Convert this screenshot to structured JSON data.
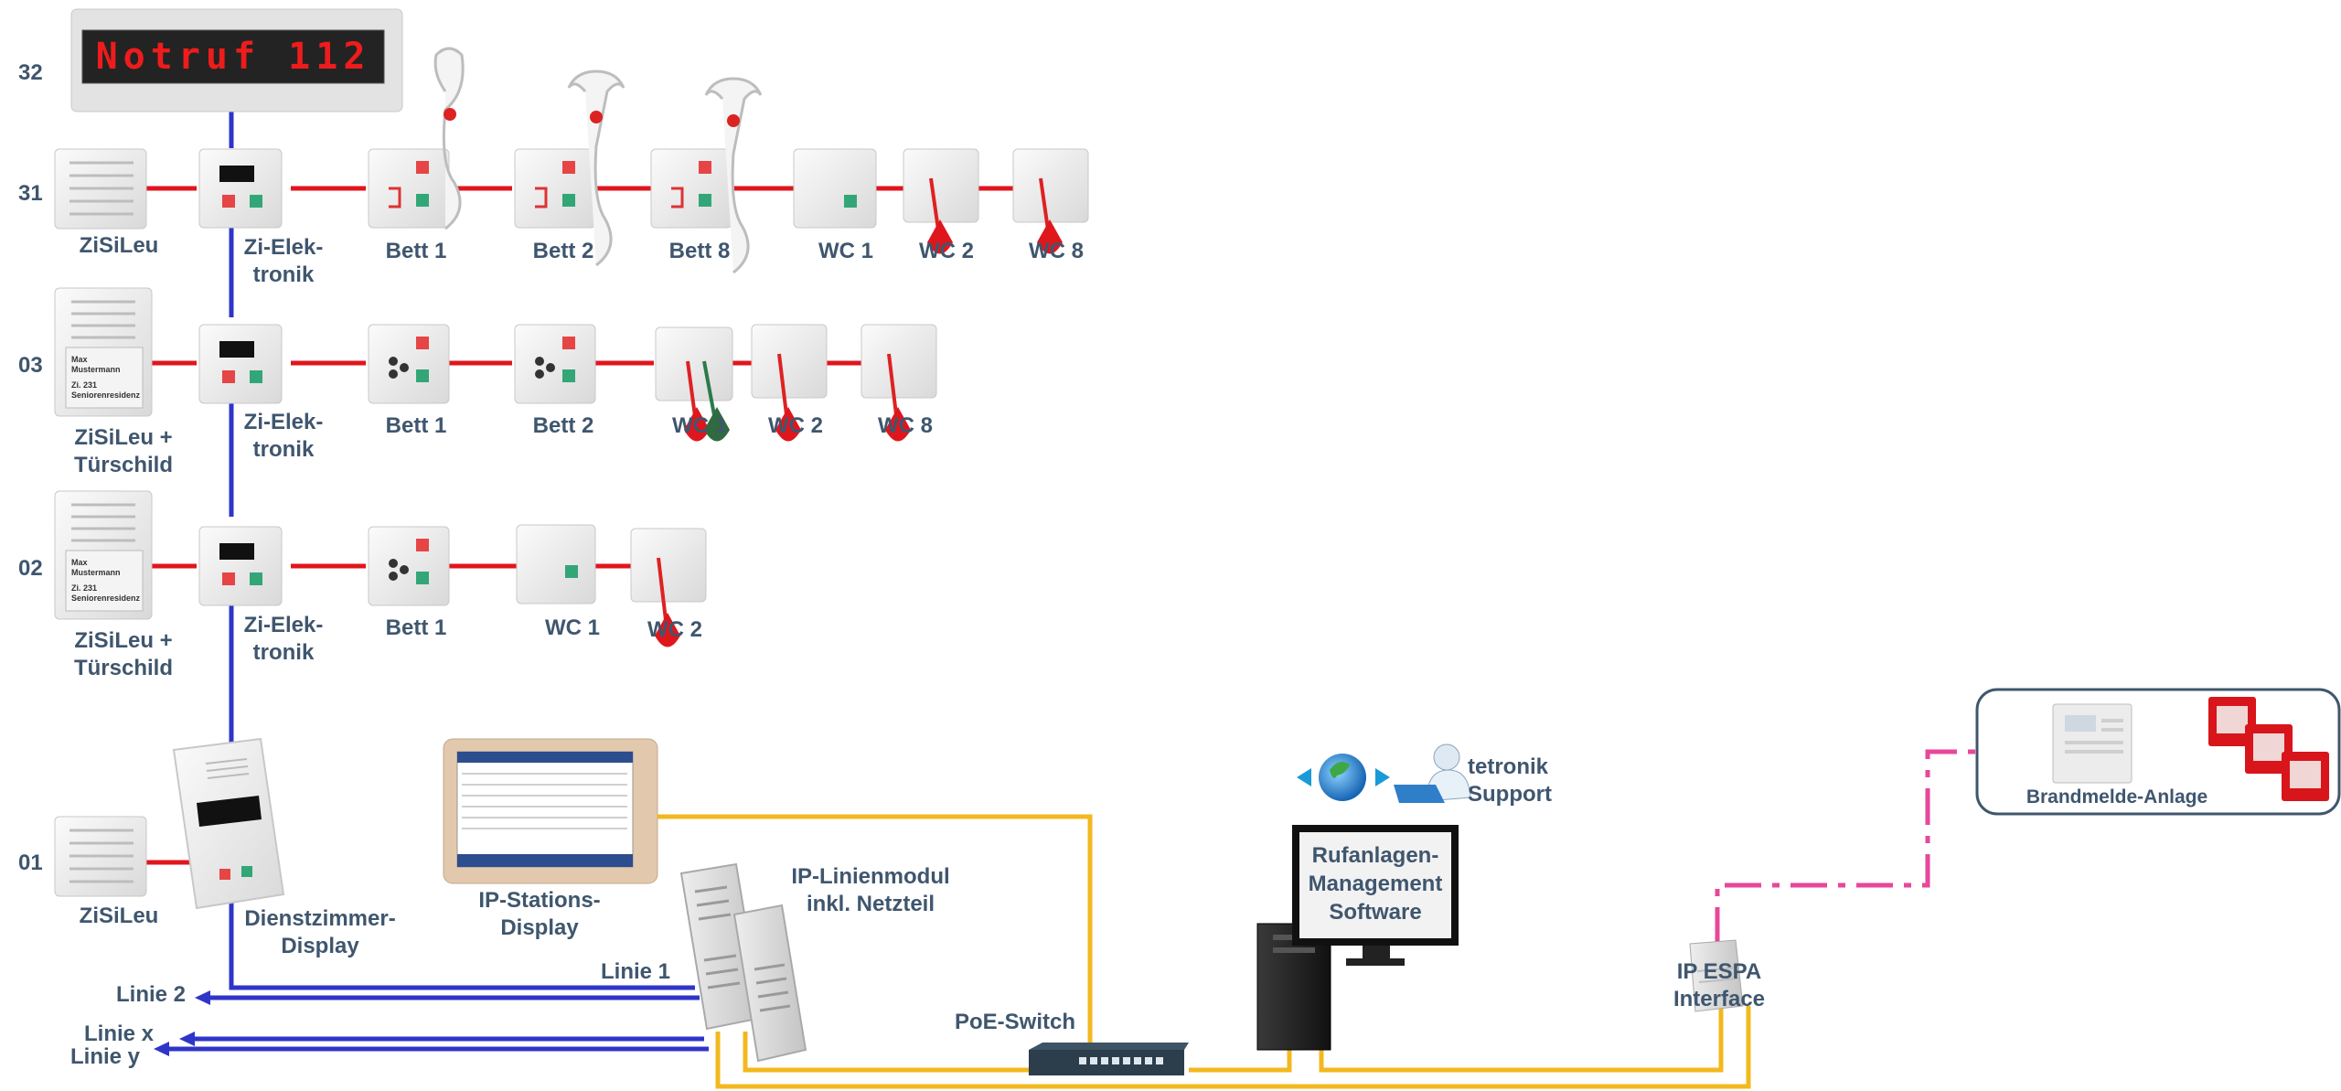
{
  "banner": {
    "text": "Notruf 112"
  },
  "row_numbers": [
    "32",
    "31",
    "03",
    "02",
    "01"
  ],
  "floor31": [
    "ZiSiLeu",
    "Zi-Elek-\ntronik",
    "Bett 1",
    "Bett 2",
    "Bett 8",
    "WC 1",
    "WC 2",
    "WC 8"
  ],
  "floor03": [
    "ZiSiLeu +\nTürschild",
    "Zi-Elek-\ntronik",
    "Bett 1",
    "Bett 2",
    "WC 1",
    "WC 2",
    "WC 8"
  ],
  "floor02": [
    "ZiSiLeu +\nTürschild",
    "Zi-Elek-\ntronik",
    "Bett 1",
    "WC 1",
    "WC 2"
  ],
  "floor01": [
    "ZiSiLeu",
    "Dienstzimmer-\nDisplay"
  ],
  "door_sign": {
    "line1": "Max",
    "line2": "Mustermann",
    "line3": "Zi. 231",
    "line4": "Seniorenresidenz"
  },
  "station_display": {
    "label": "IP-Stations-\nDisplay"
  },
  "line_module": {
    "label": "IP-Linienmodul\ninkl. Netzteil"
  },
  "lines": {
    "linie1": "Linie 1",
    "linie2": "Linie 2",
    "linie_x": "Linie x",
    "linie_y": "Linie y"
  },
  "poe_switch": {
    "label": "PoE-Switch"
  },
  "management": {
    "label": "Rufanlagen-\nManagement\nSoftware"
  },
  "support": {
    "label": "tetronik\nSupport"
  },
  "espa": {
    "label": "IP ESPA\nInterface"
  },
  "fire_alarm": {
    "label": "Brandmelde-Anlage"
  },
  "colors": {
    "room_bus": "#e0161d",
    "floor_bus": "#2f35c8",
    "ethernet": "#f2b81f",
    "espa_link": "#e8479a",
    "label": "#3f566e"
  }
}
